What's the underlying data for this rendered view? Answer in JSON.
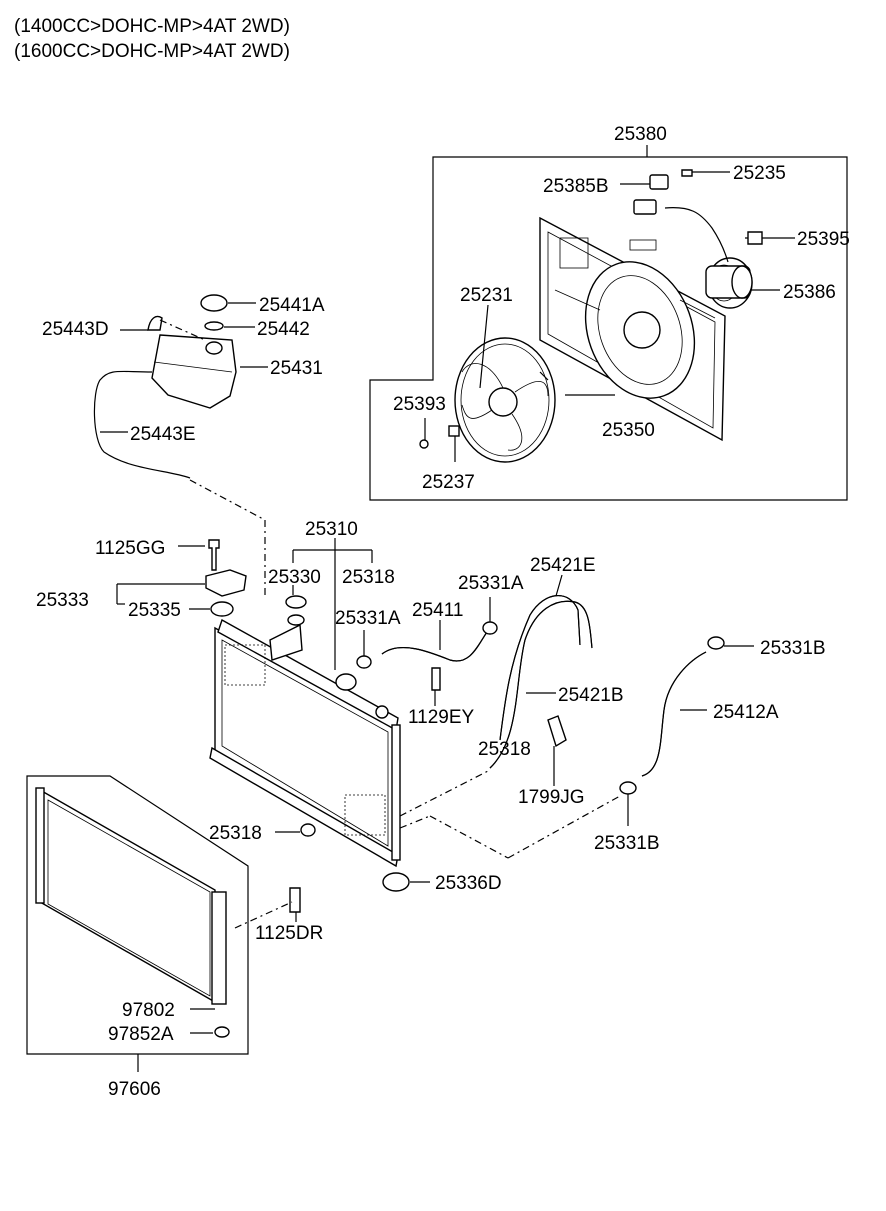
{
  "header": {
    "line1": "(1400CC>DOHC-MP>4AT 2WD)",
    "line2": "(1600CC>DOHC-MP>4AT 2WD)"
  },
  "labels": {
    "p25380": "25380",
    "p25235": "25235",
    "p25385B": "25385B",
    "p25395": "25395",
    "p25386": "25386",
    "p25231": "25231",
    "p25393": "25393",
    "p25350": "25350",
    "p25237": "25237",
    "p25441A": "25441A",
    "p25443D": "25443D",
    "p25442": "25442",
    "p25431": "25431",
    "p25443E": "25443E",
    "p25310": "25310",
    "p1125GG": "1125GG",
    "p25330": "25330",
    "p25318a": "25318",
    "p25333": "25333",
    "p25335": "25335",
    "p25421E": "25421E",
    "p25331Aa": "25331A",
    "p25331Ab": "25331A",
    "p25411": "25411",
    "p25331Ba": "25331B",
    "p25421B": "25421B",
    "p25412A": "25412A",
    "p1129EY": "1129EY",
    "p25318b": "25318",
    "p1799JG": "1799JG",
    "p25318c": "25318",
    "p25331Bb": "25331B",
    "p25336D": "25336D",
    "p1125DR": "1125DR",
    "p97802": "97802",
    "p97852A": "97852A",
    "p97606": "97606"
  }
}
